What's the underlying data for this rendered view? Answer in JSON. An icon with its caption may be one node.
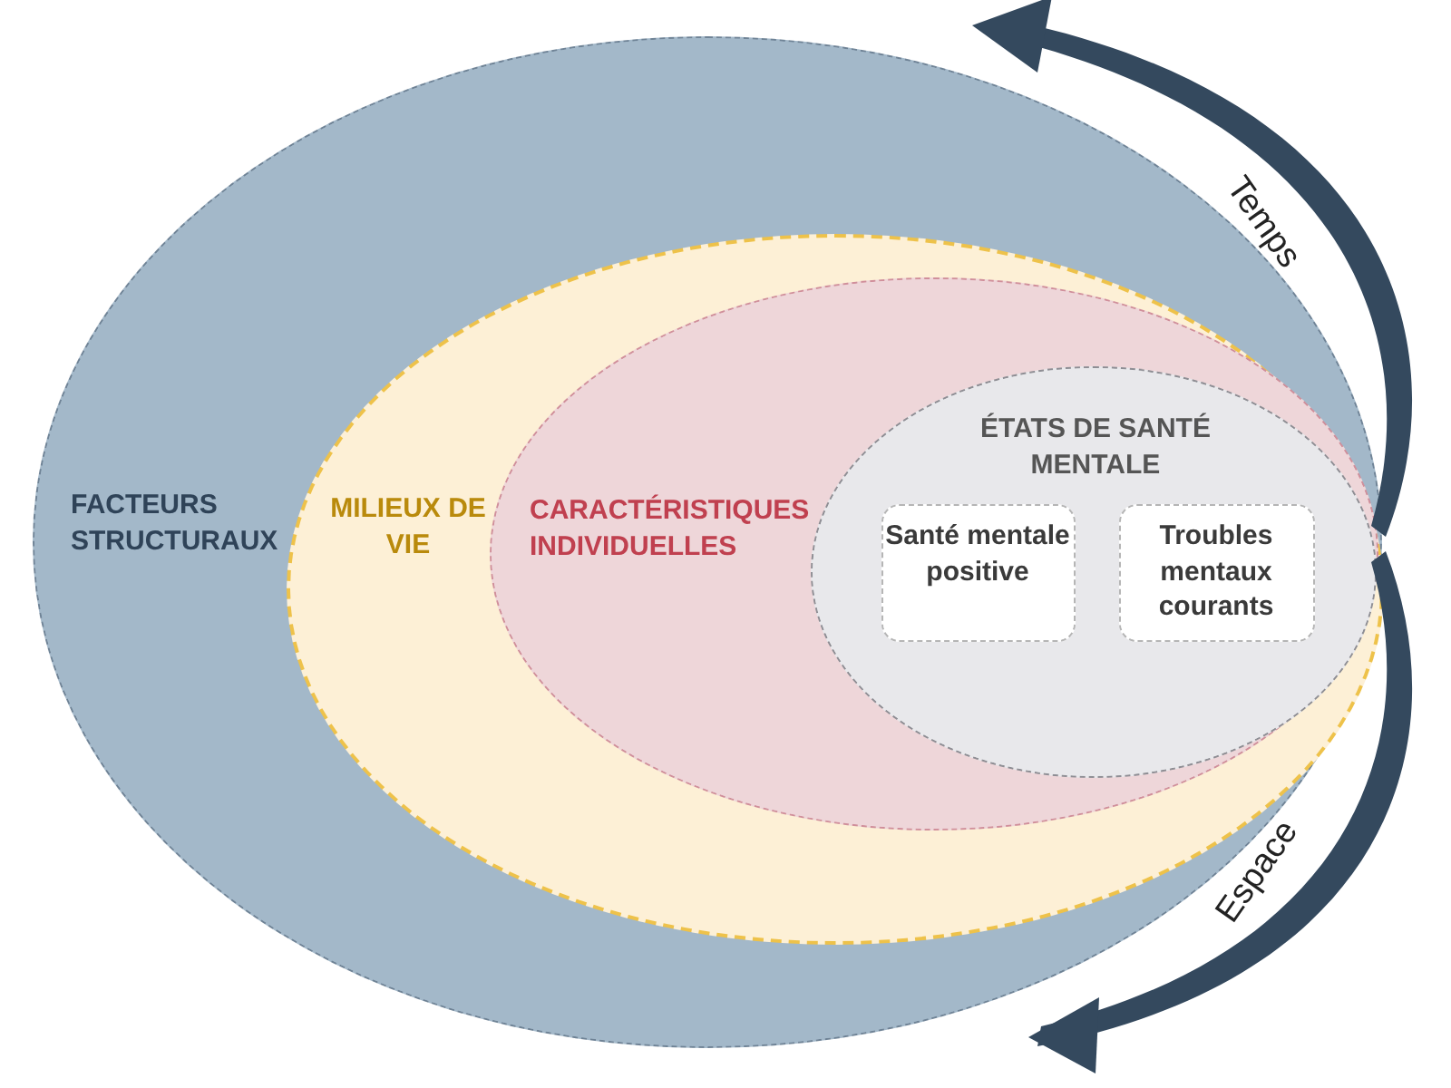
{
  "diagram": {
    "nodes": [
      {
        "text": [
          "FACTEURS STRUCTURAUX"
        ]
      },
      {
        "text": [
          "MILIEUX DE VIE"
        ],
        "in": 0
      },
      {
        "text": [
          "CARACTÉRISTIQUES INDIVIDUELLES"
        ],
        "in": 1
      },
      {
        "text": [
          "ÉTATS DE SANTÉ MENTALE"
        ],
        "in": 2
      },
      {
        "text": [
          "Santé mentale positive"
        ],
        "in": 3
      },
      {
        "text": [
          "Troubles mentaux courants"
        ],
        "in": 3
      }
    ],
    "labels": [
      "Temps",
      "Espace"
    ]
  }
}
